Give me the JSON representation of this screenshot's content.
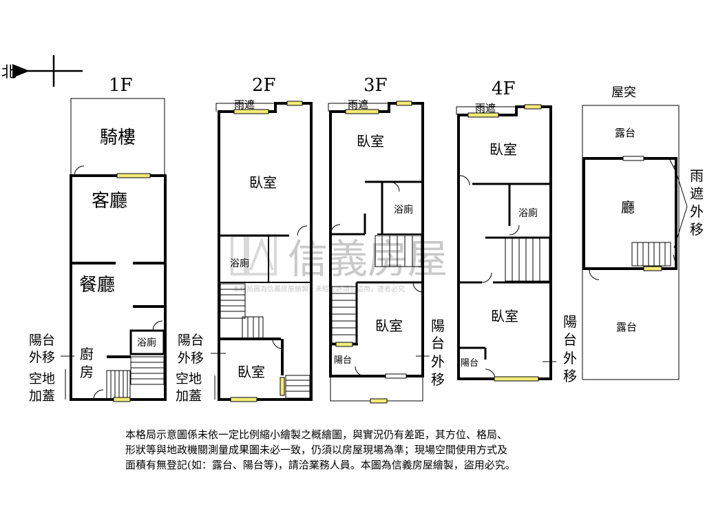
{
  "compass": {
    "north": "北"
  },
  "floors": {
    "f1": {
      "title": "1F",
      "arcade": "騎樓",
      "living": "客廳",
      "dining": "餐廳",
      "bath": "浴廁",
      "kitchen": [
        "廚",
        "房"
      ],
      "balcony_note": [
        "陽台",
        "外移"
      ],
      "land_note": [
        "空地",
        "加蓋"
      ]
    },
    "f2": {
      "title": "2F",
      "awning": "雨遮",
      "bedroom_a": "臥室",
      "bath": "浴廁",
      "bedroom_b": "臥室",
      "balcony_note": [
        "陽台",
        "外移"
      ],
      "land_note": [
        "空地",
        "加蓋"
      ]
    },
    "f3": {
      "title": "3F",
      "awning": "雨遮",
      "bedroom_a": "臥室",
      "bath": "浴廁",
      "bedroom_b": "臥室",
      "balcony": "陽台",
      "balcony_note": [
        "陽",
        "台",
        "外",
        "移"
      ]
    },
    "f4": {
      "title": "4F",
      "awning": "雨遮",
      "bedroom_a": "臥室",
      "bath": "浴廁",
      "bedroom_b": "臥室",
      "balcony": "陽台",
      "balcony_note": [
        "陽",
        "台",
        "外",
        "移"
      ]
    },
    "roof": {
      "title": "屋突",
      "terrace_top": "露台",
      "hall": "廳",
      "terrace_bottom": "露台",
      "awning_note": [
        "雨",
        "遮",
        "外",
        "移"
      ]
    }
  },
  "watermark": {
    "brand": "信義房屋",
    "sub": "本格局圖為信義房屋繪製，未經允許請勿盜用，違者必究"
  },
  "disclaimer": [
    "本格局示意圖係未依一定比例縮小繪製之概繪圖，與實況仍有差距，其方位、格局、",
    "形狀等與地政機關測量成果圖未必一致，仍須以房屋現場為準；現場空間使用方式及",
    "面積有無登記(如：露台、陽台等)，請洽業務人員。本圖為信義房屋繪製，盜用必究。"
  ]
}
